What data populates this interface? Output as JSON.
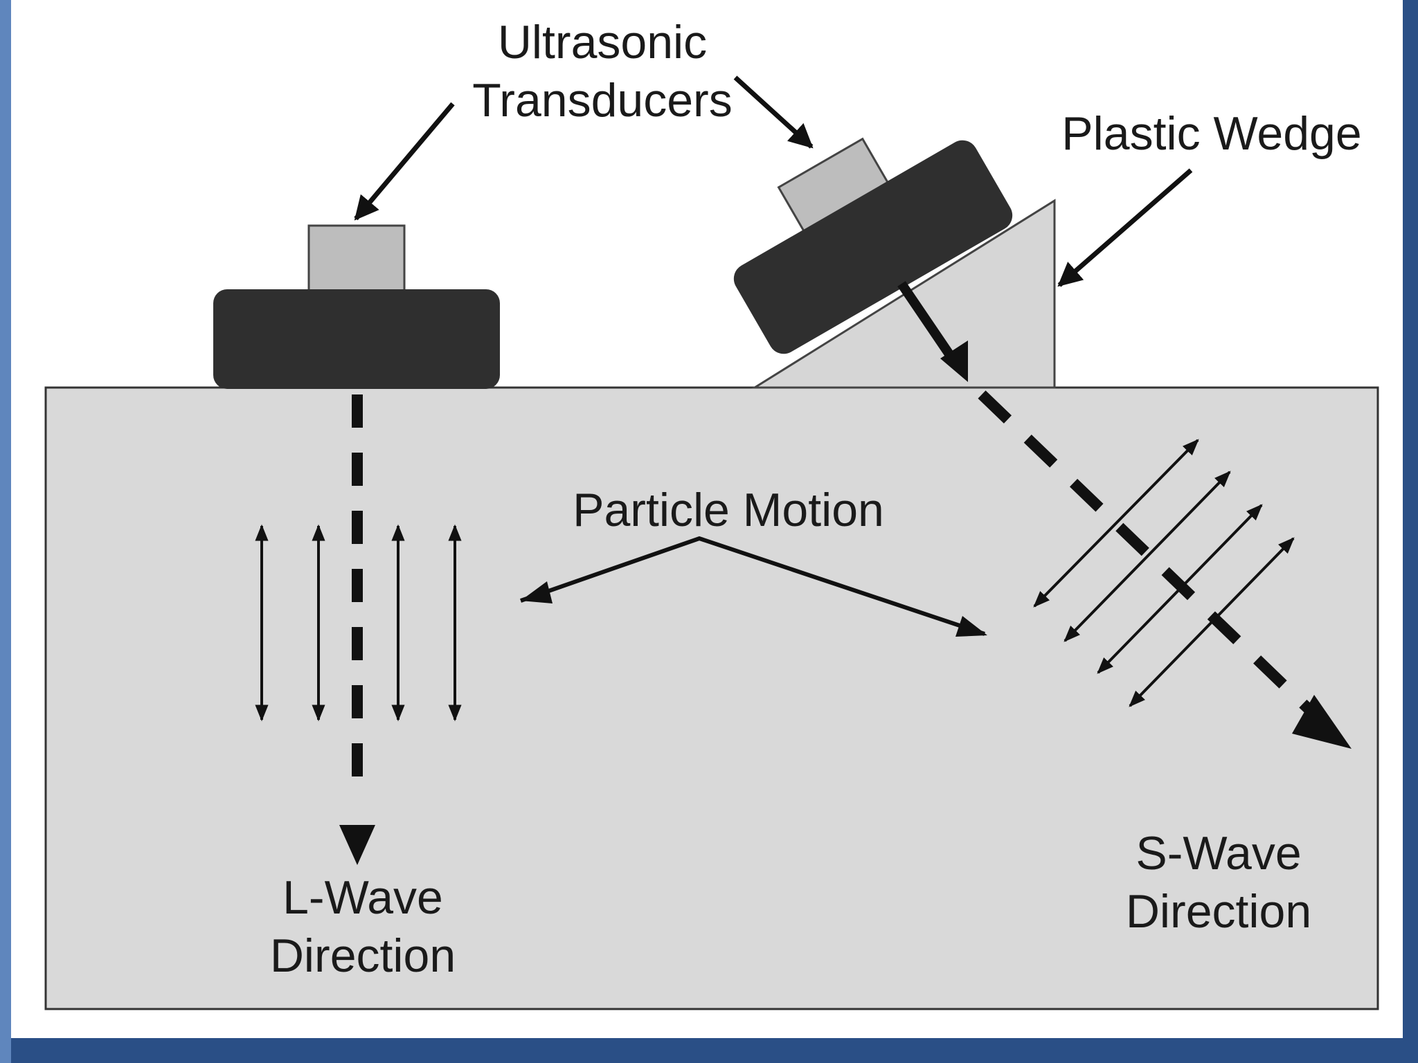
{
  "labels": {
    "transducers_line1": "Ultrasonic",
    "transducers_line2": "Transducers",
    "wedge": "Plastic Wedge",
    "particle_motion": "Particle Motion",
    "lwave_line1": "L-Wave",
    "lwave_line2": "Direction",
    "swave_line1": "S-Wave",
    "swave_line2": "Direction"
  },
  "colors": {
    "background": "#2a4f86",
    "panel": "#ffffff",
    "material": "#d9d9d9",
    "transducer_body": "#2f2f2f",
    "transducer_cap": "#bdbdbd",
    "wedge": "#d6d6d6",
    "ink": "#111111"
  }
}
